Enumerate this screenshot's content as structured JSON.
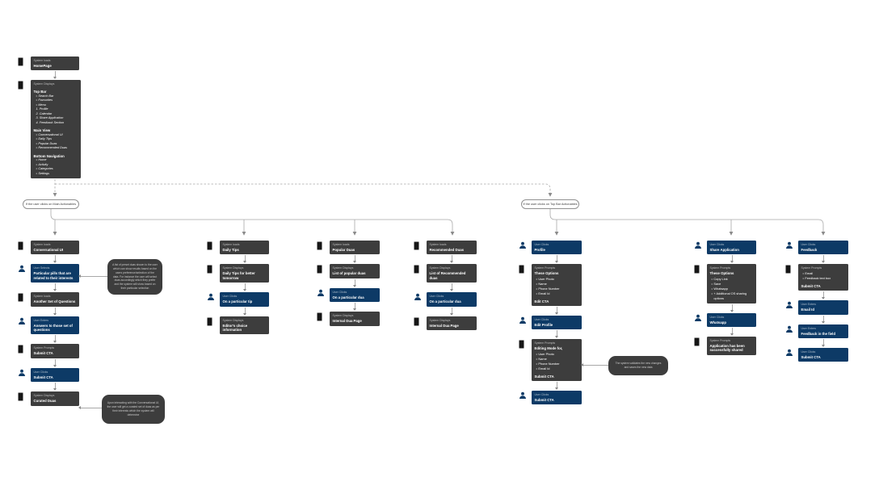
{
  "flow": {
    "start": {
      "load": {
        "kind": "system",
        "header": "System loads",
        "title": "HomePage"
      },
      "display": {
        "kind": "system",
        "header": "System Displays",
        "sections": [
          {
            "title": "Top Bar",
            "items": [
              "Search Bar",
              "Favourites",
              "Menu",
              "1. Profile",
              "2. Calendar",
              "3. Share Application",
              "4. Feedback Section"
            ]
          },
          {
            "title": "Main View",
            "items": [
              "Conversational UI",
              "Daily Tips",
              "Popular Duas",
              "Recommended Duas"
            ]
          },
          {
            "title": "Bottom Navigation",
            "items": [
              "Home",
              "Activity",
              "Categories",
              "Settings"
            ]
          }
        ]
      }
    },
    "branches": [
      {
        "condition": "If the user clicks on Main Actionables",
        "columns": [
          {
            "nodes": [
              {
                "kind": "system",
                "header": "System loads",
                "title": "Conversational UI"
              },
              {
                "kind": "user",
                "header": "User Selects",
                "title": "Particular pills that are related to their interests"
              },
              {
                "kind": "system",
                "header": "System loads",
                "title": "Another Set of Questions"
              },
              {
                "kind": "user",
                "header": "User Enters",
                "title": "Answers to those set of questions"
              },
              {
                "kind": "system",
                "header": "System Prompts",
                "title": "Submit CTA"
              },
              {
                "kind": "user",
                "header": "User Clicks",
                "title": "Submit CTA"
              },
              {
                "kind": "system",
                "header": "System Displays",
                "title": "Curated Duas"
              }
            ]
          },
          {
            "nodes": [
              {
                "kind": "system",
                "header": "System loads",
                "title": "Daily Tips"
              },
              {
                "kind": "system",
                "header": "System Displays",
                "title": "Daily Tips for better tomorrow"
              },
              {
                "kind": "user",
                "header": "User Clicks",
                "title": "On a particular tip"
              },
              {
                "kind": "system",
                "header": "System Displays",
                "title": "Editor's choice information"
              }
            ]
          },
          {
            "nodes": [
              {
                "kind": "system",
                "header": "System loads",
                "title": "Popular Duas"
              },
              {
                "kind": "system",
                "header": "System Displays",
                "title": "List of popular duas"
              },
              {
                "kind": "user",
                "header": "User Clicks",
                "title": "On a particular dua"
              },
              {
                "kind": "system",
                "header": "System Displays",
                "title": "Internal Dua Page"
              }
            ]
          },
          {
            "nodes": [
              {
                "kind": "system",
                "header": "System loads",
                "title": "Recommended Duas"
              },
              {
                "kind": "system",
                "header": "System Displays",
                "title": "List of Recommended duas"
              },
              {
                "kind": "user",
                "header": "User Clicks",
                "title": "On a particular dua"
              },
              {
                "kind": "system",
                "header": "System Displays",
                "title": "Internal Dua Page"
              }
            ]
          }
        ]
      },
      {
        "condition": "If the user clicks on Top Bar Actionables",
        "columns": [
          {
            "nodes": [
              {
                "kind": "user",
                "header": "User Clicks",
                "title": "Profile"
              },
              {
                "kind": "system",
                "header": "System Prompts",
                "title": "These Options",
                "bullets": [
                  "User Photo",
                  "Name",
                  "Phone Number",
                  "Email Id"
                ],
                "footer": "Edit CTA"
              },
              {
                "kind": "user",
                "header": "User Clicks",
                "title": "Edit Profile"
              },
              {
                "kind": "system",
                "header": "System Prompts",
                "title": "Editing Mode for,",
                "bullets": [
                  "User Photo",
                  "Name",
                  "Phone Number",
                  "Email Id"
                ],
                "footer": "Submit CTA"
              },
              {
                "kind": "user",
                "header": "User Clicks",
                "title": "Submit CTA"
              }
            ]
          },
          {
            "nodes": [
              {
                "kind": "user",
                "header": "User Clicks",
                "title": "Share Application"
              },
              {
                "kind": "system",
                "header": "System Prompts",
                "title": "These Options",
                "bullets": [
                  "Copy Link",
                  "Save",
                  "Whatsapp",
                  "+ Additional OS sharing options"
                ]
              },
              {
                "kind": "user",
                "header": "User Clicks",
                "title": "Whatsapp"
              },
              {
                "kind": "system",
                "header": "System Prompts",
                "title": "Application has been successfully shared"
              }
            ]
          },
          {
            "nodes": [
              {
                "kind": "user",
                "header": "User Clicks",
                "title": "Feedback"
              },
              {
                "kind": "system",
                "header": "System Prompts",
                "bullets": [
                  "Email",
                  "Feedback text box"
                ],
                "footer": "Submit CTA"
              },
              {
                "kind": "user",
                "header": "User Enters",
                "title": "Email Id"
              },
              {
                "kind": "user",
                "header": "User Enters",
                "title": "Feedback in the field"
              },
              {
                "kind": "user",
                "header": "User Clicks",
                "title": "Submit CTA"
              }
            ]
          }
        ]
      }
    ],
    "notes": [
      {
        "text": "A list of preset duas shown to the user which can show results based on the users preference/selection of the data. For instance the user will select duas accordingly which they prefer and the system will show based on their particular selection"
      },
      {
        "text": "Upon interacting with the Conversational UI, the user will get a curated set of duas as per their interests which the system will determine"
      },
      {
        "text": "The system validates the new changes and saves the new data"
      }
    ]
  }
}
